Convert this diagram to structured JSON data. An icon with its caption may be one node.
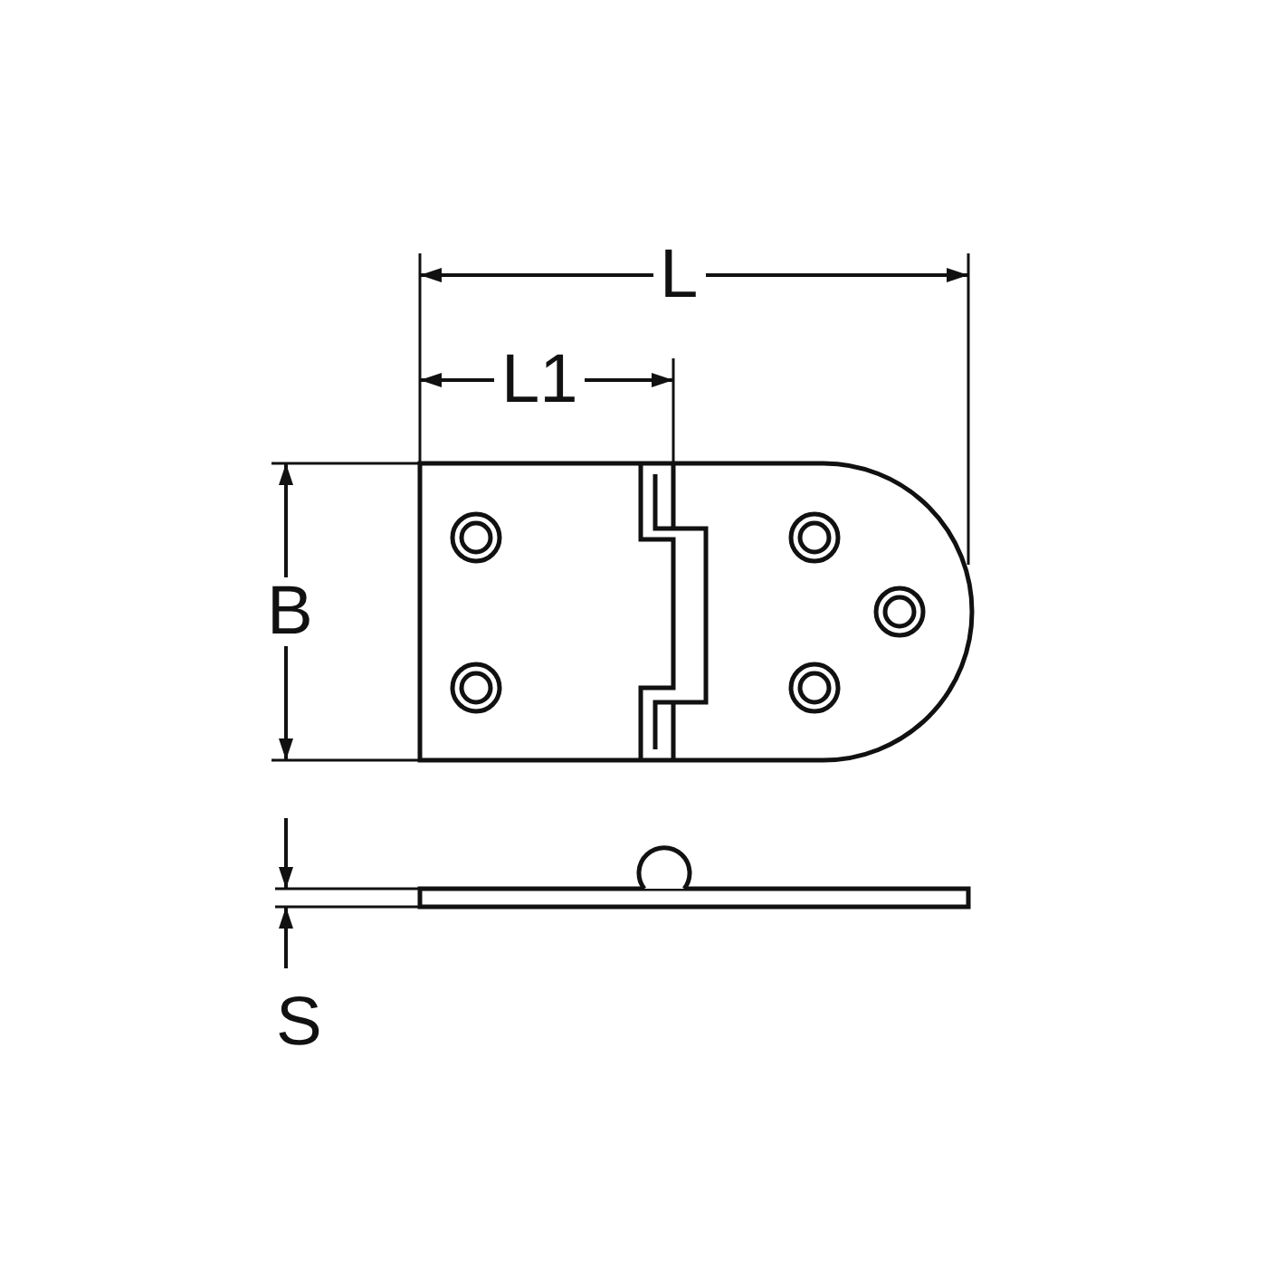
{
  "diagram": {
    "labels": [
      "L",
      "L1",
      "B",
      "S"
    ]
  }
}
